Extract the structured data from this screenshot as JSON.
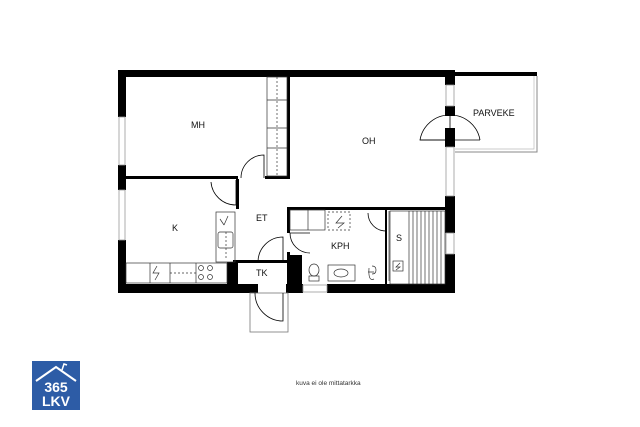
{
  "rooms": {
    "mh": "MH",
    "oh": "OH",
    "parveke": "PARVEKE",
    "et": "ET",
    "k": "K",
    "kph": "KPH",
    "s": "S",
    "tk": "TK"
  },
  "note": "kuva ei ole mittatarkka",
  "logo": {
    "text_top": "365",
    "text_bottom": "LKV",
    "color": "#2d5ca6"
  }
}
